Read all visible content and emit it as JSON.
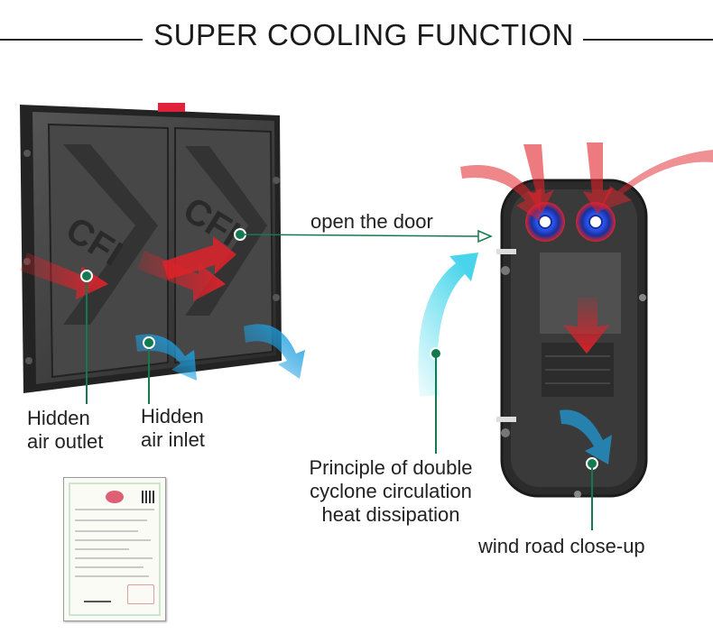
{
  "title": "SUPER COOLING FUNCTION",
  "labels": {
    "hidden_outlet": [
      "Hidden",
      "air outlet"
    ],
    "hidden_inlet": [
      "Hidden",
      "air inlet"
    ],
    "open_door": "open the door",
    "cyclone": [
      "Principle of double",
      "cyclone circulation",
      "heat dissipation"
    ],
    "wind_road": "wind road close-up"
  },
  "panel_logo": "CFI",
  "colors": {
    "cabinet": "#3a3a3a",
    "hot_air": "#e0222a",
    "cool_air": "#1e9fe0",
    "pointer": "#137a4f",
    "fan_blue": "#2a5cff",
    "handle": "#e0223a"
  },
  "icons": [
    "hot-air-arrow-icon",
    "cool-air-arrow-icon",
    "fan-icon",
    "pointer-dot-icon"
  ]
}
